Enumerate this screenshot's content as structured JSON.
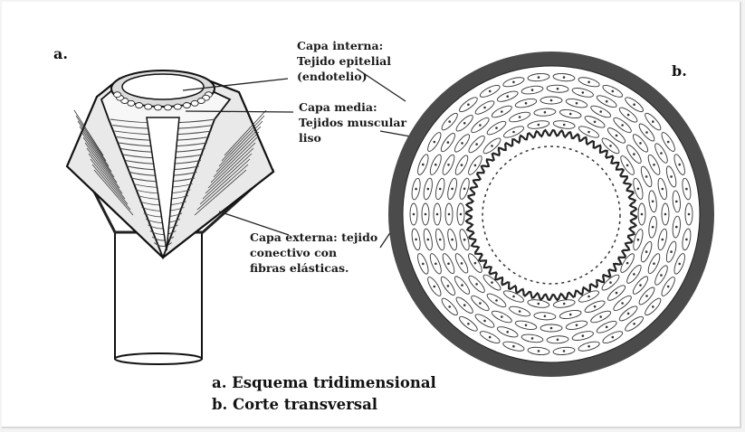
{
  "panel_letters": {
    "a": "a.",
    "b": "b."
  },
  "labels": {
    "capa_interna": "Capa interna:\nTejido epitelial\n(endotelio)",
    "capa_media": "Capa media:\nTejidos muscular\nliso",
    "capa_externa": "Capa externa: tejido\nconectivo con\nfibras elásticas."
  },
  "captions": {
    "a": "a. Esquema tridimensional",
    "b": "b. Corte transversal"
  },
  "colors": {
    "ink": "#1a1a1a",
    "outer_layer": "#4b4b4b",
    "paper": "#ffffff"
  }
}
